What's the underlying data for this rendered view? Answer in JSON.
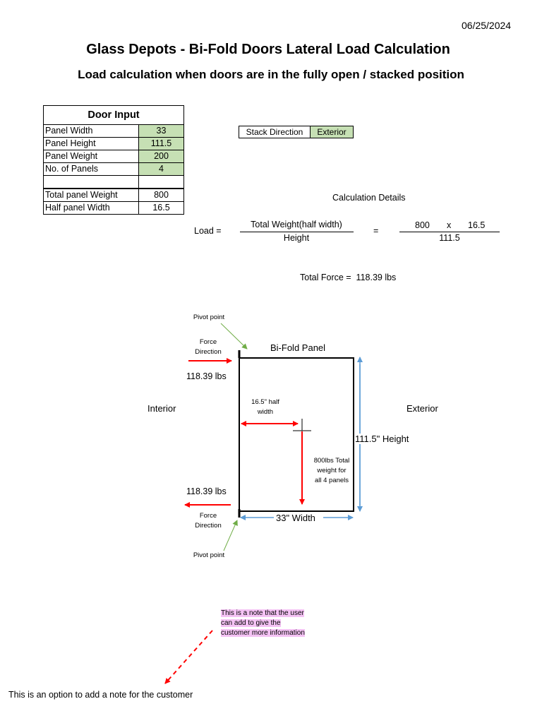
{
  "date": "06/25/2024",
  "title": "Glass Depots - Bi-Fold Doors Lateral Load Calculation",
  "subtitle": "Load calculation when doors are in the fully open / stacked position",
  "door_input": {
    "header": "Door Input",
    "rows": [
      {
        "label": "Panel Width",
        "value": "33"
      },
      {
        "label": "Panel Height",
        "value": "111.5"
      },
      {
        "label": "Panel Weight",
        "value": "200"
      },
      {
        "label": "No. of Panels",
        "value": "4"
      }
    ],
    "computed": [
      {
        "label": "Total panel Weight",
        "value": "800"
      },
      {
        "label": "Half panel Width",
        "value": "16.5"
      }
    ]
  },
  "stack": {
    "label": "Stack Direction",
    "value": "Exterior"
  },
  "calc": {
    "heading": "Calculation Details",
    "load_label": "Load =",
    "numerator": "Total Weight(half width)",
    "denominator": "Height",
    "equals": "=",
    "num_a": "800",
    "times": "x",
    "num_b": "16.5",
    "den_value": "111.5",
    "total_force": "Total Force =  118.39 lbs"
  },
  "diagram": {
    "pivot_top": "Pivot point",
    "pivot_bottom": "Pivot point",
    "force_dir_top": "Force\nDirection",
    "force_dir_bottom": "Force\nDirection",
    "force_top": "118.39 lbs",
    "force_bottom": "118.39 lbs",
    "panel_label": "Bi-Fold Panel",
    "interior": "Interior",
    "exterior": "Exterior",
    "half_width": "16.5\" half\nwidth",
    "height": "111.5\" Height",
    "width": "33\" Width",
    "weight_note": "800lbs Total\nweight for\nall 4 panels",
    "colors": {
      "force": "#ff0000",
      "dimension": "#5b9bd5",
      "pivot": "#70ad47"
    }
  },
  "note": {
    "bubble": "This is a note that the user can add to give the customer more information",
    "bubble_lines": [
      "This is a note that the user",
      "can add to give the",
      "customer more information"
    ],
    "option_text": "This is an option to add a note for the customer"
  }
}
